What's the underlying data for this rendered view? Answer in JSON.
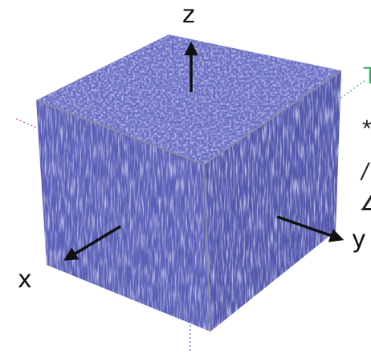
{
  "labels": {
    "z": "z",
    "x": "x",
    "y": "y"
  },
  "edge_fragments": {
    "green_t": "T",
    "star": "*",
    "slash": "/",
    "angle": "∠"
  },
  "colors": {
    "face_top": "#6a6fc4",
    "face_left": "#5a5fb8",
    "face_right": "#5257ad",
    "texture_light": "#c9cdf3",
    "texture_dark": "#2e3280",
    "edge_gray": "#8a8aa8",
    "arrow": "#111111",
    "axis_red": "#e05050",
    "axis_green": "#3aa86a",
    "axis_blue": "#5060c0",
    "fragment_green": "#3aa86a"
  },
  "icons": {
    "z_arrow": "arrow-up-icon",
    "x_arrow": "arrow-down-left-icon",
    "y_arrow": "arrow-right-icon"
  }
}
